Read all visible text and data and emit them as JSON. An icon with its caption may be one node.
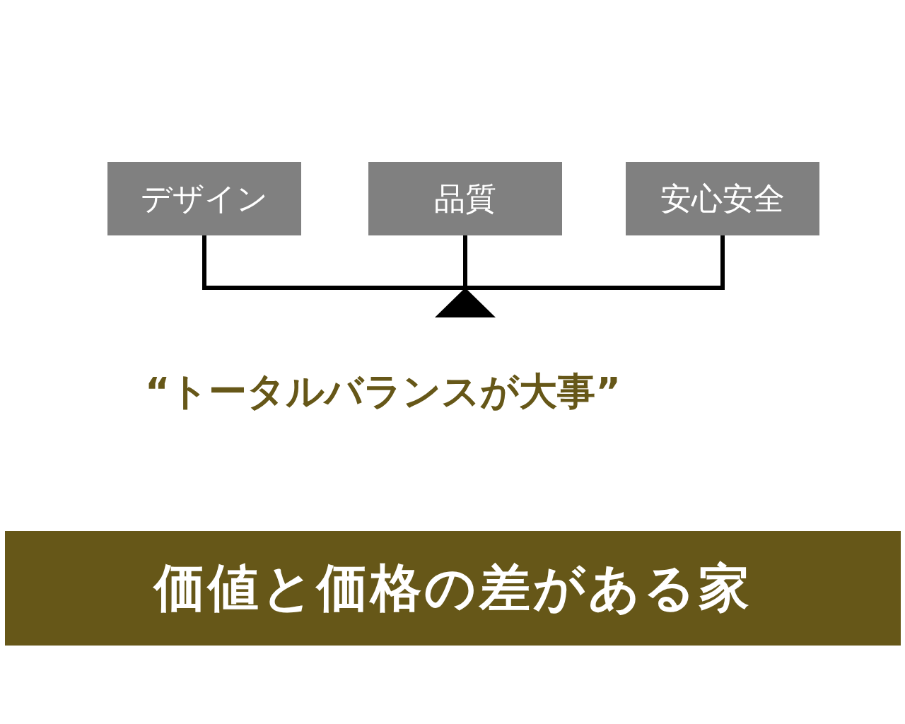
{
  "diagram": {
    "nodes": [
      {
        "text": [
          "デザイン"
        ]
      },
      {
        "text": [
          "品質"
        ]
      },
      {
        "text": [
          "安心安全"
        ]
      },
      {
        "text": [],
        "shape": "triangle"
      },
      {
        "text": [
          "価値と価格の差がある家"
        ]
      }
    ],
    "edges": [
      {
        "from": 0,
        "to": 3,
        "arrow": "none"
      },
      {
        "from": 1,
        "to": 3,
        "arrow": "none"
      },
      {
        "from": 2,
        "to": 3,
        "arrow": "none"
      }
    ],
    "labels": [
      "“トータルバランスが大事”"
    ]
  }
}
